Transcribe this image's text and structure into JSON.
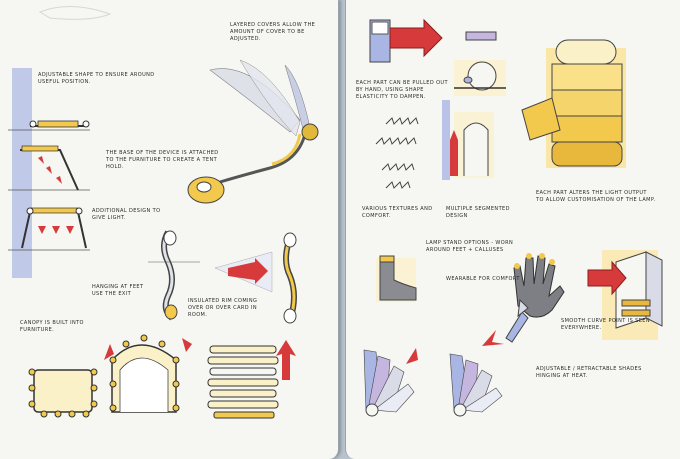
{
  "sheet": {
    "title": "",
    "left_page": {
      "notes": {
        "layered_covers": "Layered covers allow the amount of cover to be adjusted.",
        "adjustable_shape": "Adjustable shape to ensure around useful position.",
        "base_attached": "The base of the device is attached to the furniture to create a tent hold.",
        "additional_design": "Additional design to give light.",
        "hanging_feet": "Hanging at feet use the exit",
        "insulated_rim": "Insulated rim coming over or over card in room.",
        "canopy_built": "Canopy is built into furniture."
      }
    },
    "right_page": {
      "notes": {
        "each_part_slides": "Each part can be pulled out by hand, using shape elasticity to dampen.",
        "various_textures": "Various textures and comfort.",
        "multiple_segments": "Multiple segmented design",
        "each_part_alters": "Each part alters the light output to allow customisation of the lamp.",
        "lamp_stand": "Lamp stand options - worn around feet + calluses",
        "wearable": "Wearable for comfort",
        "smooth_curve": "Smooth curve point is seen everywhere.",
        "adjustable_hinge": "Adjustable / retractable shades hinging at heat."
      }
    },
    "colors": {
      "paper": "#f6f6f2",
      "backdrop": "#b8c2cc",
      "blue_shade": "#8f9fd6",
      "yellow": "#f2c94c",
      "red_arrow": "#d63a3a",
      "grey_glove": "#7d7f84"
    }
  }
}
